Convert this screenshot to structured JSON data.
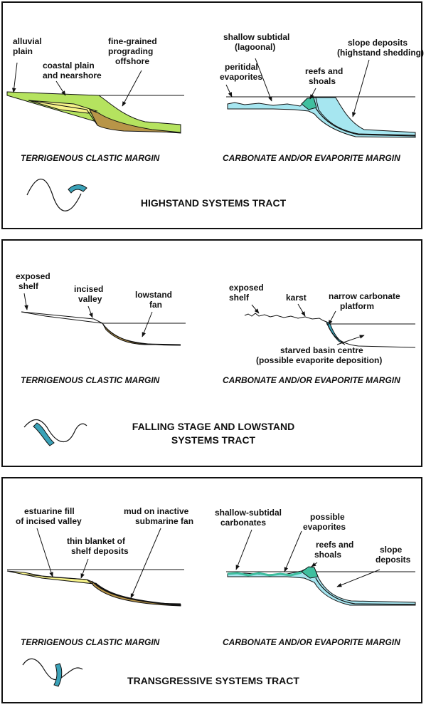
{
  "panels": [
    {
      "title_lines": [
        "HIGHSTAND SYSTEMS TRACT"
      ],
      "left": {
        "caption": "TERRIGENOUS CLASTIC MARGIN",
        "labels": [
          [
            "alluvial",
            "plain"
          ],
          [
            "coastal plain",
            "and nearshore"
          ],
          [
            "fine-grained",
            "prograding",
            "offshore"
          ]
        ]
      },
      "right": {
        "caption": "CARBONATE AND/OR EVAPORITE MARGIN",
        "labels": [
          [
            "shallow subtidal",
            "(lagoonal)"
          ],
          [
            "peritidal",
            "evaporites"
          ],
          [
            "reefs and",
            "shoals"
          ],
          [
            "slope deposits",
            "(highstand shedding)"
          ]
        ]
      }
    },
    {
      "title_lines": [
        "FALLING STAGE AND LOWSTAND",
        "SYSTEMS TRACT"
      ],
      "left": {
        "caption": "TERRIGENOUS CLASTIC MARGIN",
        "labels": [
          [
            "exposed",
            "shelf"
          ],
          [
            "incised",
            "valley"
          ],
          [
            "lowstand",
            "fan"
          ]
        ]
      },
      "right": {
        "caption": "CARBONATE AND/OR EVAPORITE MARGIN",
        "labels": [
          [
            "exposed",
            "shelf"
          ],
          [
            "karst"
          ],
          [
            "narrow carbonate",
            "platform"
          ],
          [
            "starved basin centre",
            "(possible evaporite deposition)"
          ]
        ]
      }
    },
    {
      "title_lines": [
        "TRANSGRESSIVE SYSTEMS TRACT"
      ],
      "left": {
        "caption": "TERRIGENOUS CLASTIC MARGIN",
        "labels": [
          [
            "estuarine fill",
            "of incised valley"
          ],
          [
            "thin blanket of",
            "shelf deposits"
          ],
          [
            "mud on inactive",
            "submarine fan"
          ]
        ]
      },
      "right": {
        "caption": "CARBONATE AND/OR EVAPORITE MARGIN",
        "labels": [
          [
            "shallow-subtidal",
            "carbonates"
          ],
          [
            "possible",
            "evaporites"
          ],
          [
            "reefs and",
            "shoals"
          ],
          [
            "slope",
            "deposits"
          ]
        ]
      }
    }
  ],
  "colors": {
    "clastic_green": "#b5e35f",
    "clastic_yellow": "#f7f38a",
    "fan_brown": "#b89548",
    "carbonate_cyan": "#a6e6f0",
    "reef_teal": "#3fbf9f",
    "sea_level_curve_marker": "#3aa2b8"
  },
  "icons": [
    "sea-level-curve-icon"
  ]
}
